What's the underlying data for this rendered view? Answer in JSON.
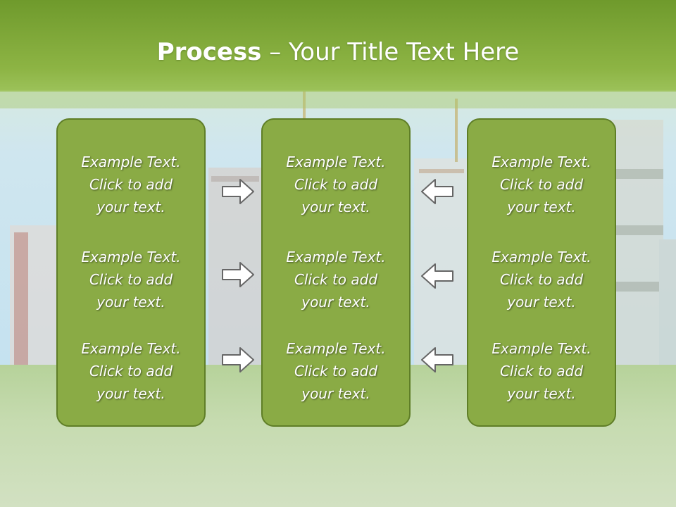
{
  "title": {
    "bold": "Process",
    "rest": " – Your Title Text Here"
  },
  "columns": [
    {
      "items": [
        {
          "line1": "Example Text.",
          "line2": "Click  to add",
          "line3": "your text."
        },
        {
          "line1": "Example Text.",
          "line2": "Click  to add",
          "line3": "your text."
        },
        {
          "line1": "Example Text.",
          "line2": "Click  to add",
          "line3": "your text."
        }
      ]
    },
    {
      "items": [
        {
          "line1": "Example Text.",
          "line2": "Click  to add",
          "line3": "your text."
        },
        {
          "line1": "Example Text.",
          "line2": "Click  to add",
          "line3": "your text."
        },
        {
          "line1": "Example Text.",
          "line2": "Click  to add",
          "line3": "your text."
        }
      ]
    },
    {
      "items": [
        {
          "line1": "Example Text.",
          "line2": "Click  to add",
          "line3": "your text."
        },
        {
          "line1": "Example Text.",
          "line2": "Click  to add",
          "line3": "your text."
        },
        {
          "line1": "Example Text.",
          "line2": "Click  to add",
          "line3": "your text."
        }
      ]
    }
  ],
  "arrows": {
    "left_group": "arrow-right-icon",
    "right_group": "arrow-left-icon"
  },
  "colors": {
    "banner": "#7da83a",
    "box_fill": "#8aab45",
    "box_border": "#5f7e27",
    "grass": "#c9dcb0"
  }
}
